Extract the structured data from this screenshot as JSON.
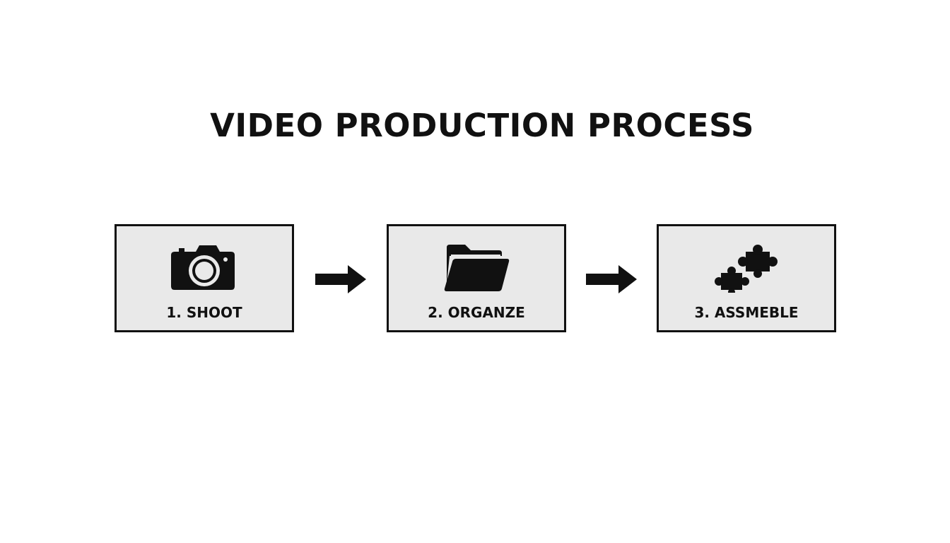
{
  "title": "VIDEO PRODUCTION PROCESS",
  "steps": [
    {
      "label": "1. SHOOT",
      "icon": "camera-icon"
    },
    {
      "label": "2. ORGANZE",
      "icon": "folder-icon"
    },
    {
      "label": "3. ASSMEBLE",
      "icon": "puzzle-icon"
    }
  ],
  "connectors": [
    {
      "icon": "arrow-right-icon"
    },
    {
      "icon": "arrow-right-icon"
    }
  ],
  "colors": {
    "background": "#ffffff",
    "box_fill": "#e9e9e9",
    "ink": "#111111"
  }
}
